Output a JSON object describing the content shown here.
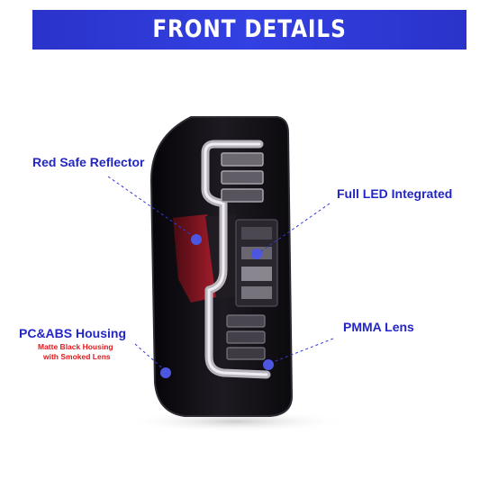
{
  "banner": {
    "title": "FRONT DETAILS"
  },
  "callouts": {
    "reflector": "Red Safe Reflector",
    "led": "Full LED Integrated",
    "housing": "PC&ABS Housing",
    "housing_sub_1": "Matte Black Housing",
    "housing_sub_2": "with Smoked Lens",
    "lens": "PMMA Lens"
  },
  "colors": {
    "banner": "#3340e2",
    "label": "#2326c4",
    "sub_label": "#e0191e",
    "dot": "#4c56e0",
    "housing": "#151218"
  }
}
